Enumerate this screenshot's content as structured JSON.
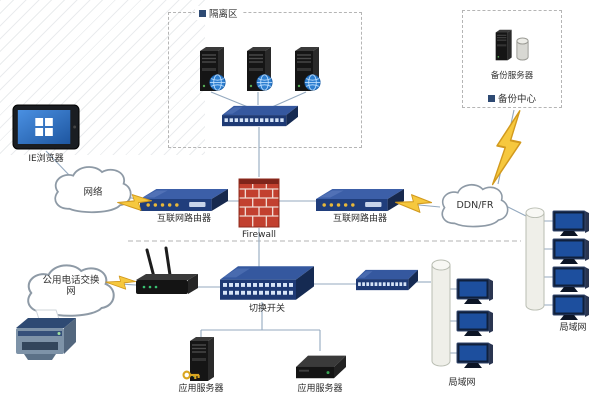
{
  "zones": {
    "dmz": {
      "label": "隔离区"
    },
    "backup": {
      "label": "备份中心",
      "server_label": "备份服务器"
    }
  },
  "nodes": {
    "ie_browser": {
      "label": "IE浏览器"
    },
    "network_cloud": {
      "label": "网络"
    },
    "router_left": {
      "label": "互联网路由器"
    },
    "firewall": {
      "label": "Firewall"
    },
    "router_right": {
      "label": "互联网路由器"
    },
    "ddn_fr_cloud": {
      "label": "DDN/FR"
    },
    "pstn_cloud": {
      "label": "公用电话交换网"
    },
    "core_switch": {
      "label": "切换开关"
    },
    "app_server_tower": {
      "label": "应用服务器"
    },
    "app_server_rack": {
      "label": "应用服务器"
    },
    "lan_middle": {
      "label": "局域网"
    },
    "lan_right": {
      "label": "局域网"
    }
  },
  "icons": {
    "dmz_server": "tower-server-globe-icon",
    "backup_server": "server-database-icon",
    "switch": "ethernet-switch-icon",
    "router": "router-icon",
    "firewall": "brick-wall-icon",
    "cloud": "cloud-icon",
    "link": "lightning-link-icon",
    "workstation": "desktop-monitor-icon",
    "backbone": "cylinder-backbone-icon",
    "browser_device": "tablet-browser-icon",
    "wireless_router": "wireless-router-icon",
    "printer": "printer-icon",
    "key": "key-icon"
  },
  "colors": {
    "device_blue": "#1e3a75",
    "firewall_red": "#c2402f",
    "lightning_yellow": "#f6c83e",
    "server_black": "#151515",
    "line_gray": "#94a9bf"
  }
}
